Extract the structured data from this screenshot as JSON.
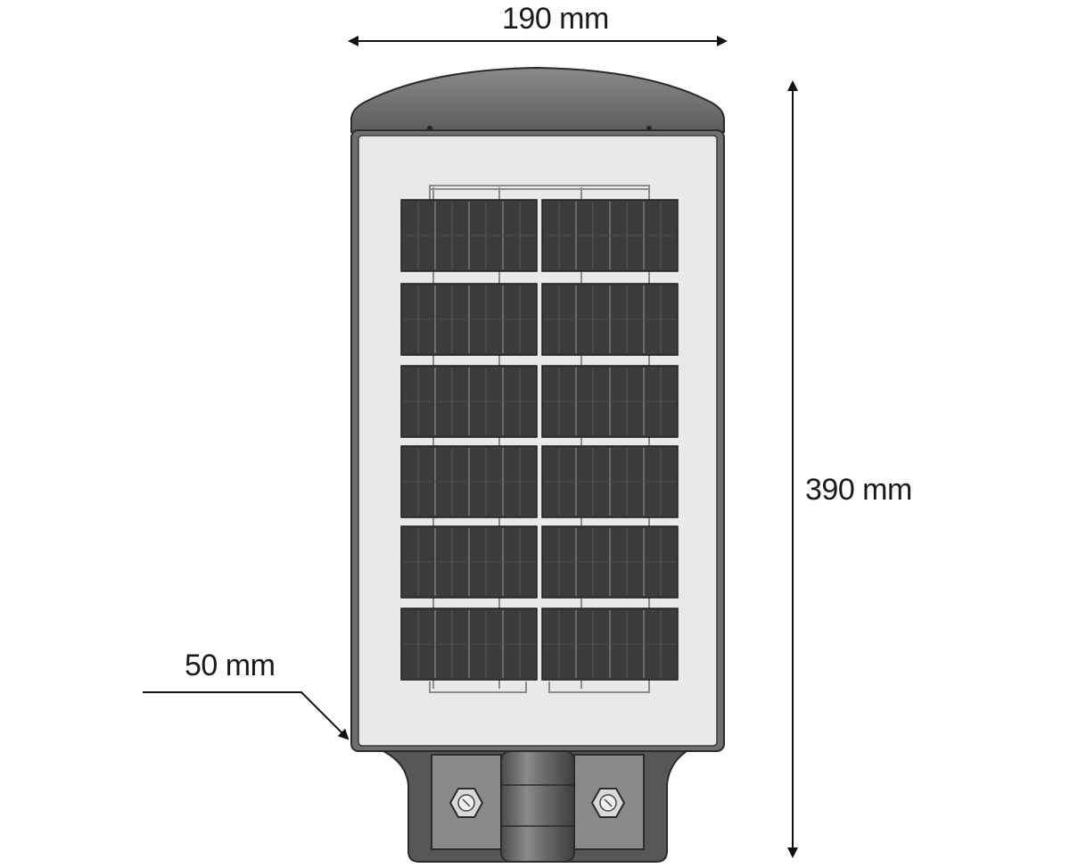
{
  "dimensions": {
    "width_label": "190 mm",
    "height_label": "390 mm",
    "depth_label": "50 mm"
  },
  "colors": {
    "outline": "#2b2b2b",
    "housing": "#6f6f6f",
    "panel_bg": "#e9e9e9",
    "cell": "#3c3c3c",
    "bracket": "#575757",
    "arrow": "#111111"
  },
  "solar_panel": {
    "module_columns": 2,
    "module_rows": 6,
    "bolt_count": 2
  }
}
